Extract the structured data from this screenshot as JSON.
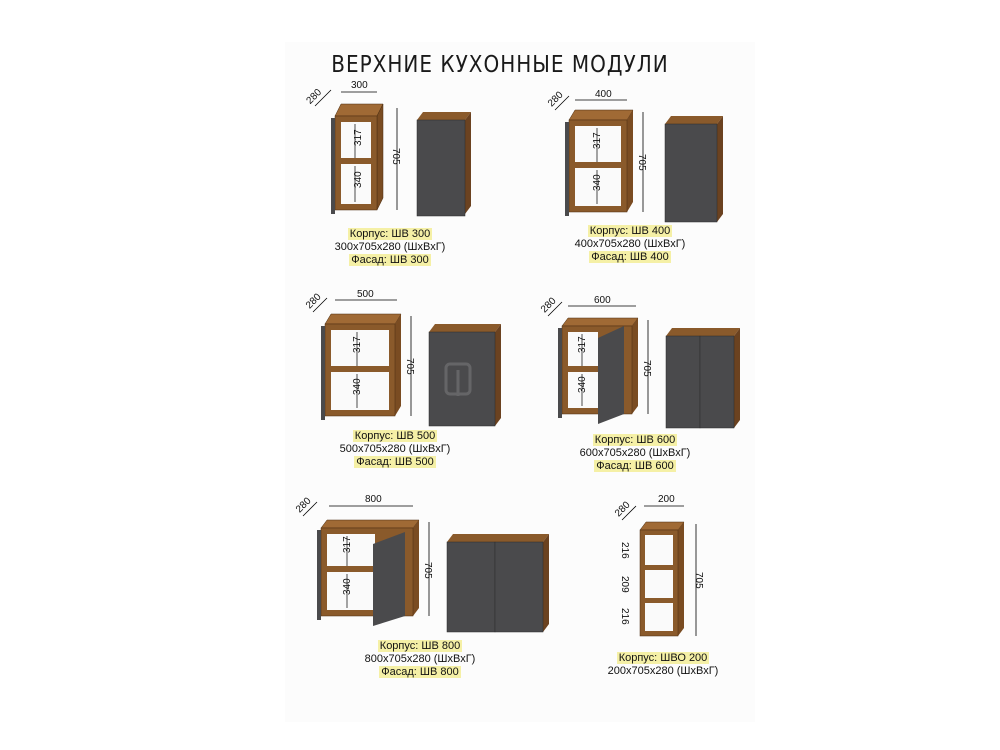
{
  "title": "ВЕРХНИЕ КУХОННЫЕ МОДУЛИ",
  "modules": [
    {
      "dims": {
        "width": "300",
        "depth": "280",
        "height": "705",
        "shelf_top": "317",
        "shelf_bottom": "340"
      },
      "korpus": "Корпус: ШВ 300",
      "size": "300х705х280 (ШхВхГ)",
      "fasad": "Фасад: ШВ 300"
    },
    {
      "dims": {
        "width": "400",
        "depth": "280",
        "height": "705",
        "shelf_top": "317",
        "shelf_bottom": "340"
      },
      "korpus": "Корпус: ШВ 400",
      "size": "400х705х280 (ШхВхГ)",
      "fasad": "Фасад: ШВ 400"
    },
    {
      "dims": {
        "width": "500",
        "depth": "280",
        "height": "705",
        "shelf_top": "317",
        "shelf_bottom": "340"
      },
      "korpus": "Корпус: ШВ 500",
      "size": "500х705х280 (ШхВхГ)",
      "fasad": "Фасад: ШВ 500"
    },
    {
      "dims": {
        "width": "600",
        "depth": "280",
        "height": "705",
        "shelf_top": "317",
        "shelf_bottom": "340"
      },
      "korpus": "Корпус: ШВ 600",
      "size": "600х705х280 (ШхВхГ)",
      "fasad": "Фасад: ШВ 600"
    },
    {
      "dims": {
        "width": "800",
        "depth": "280",
        "height": "705",
        "shelf_top": "317",
        "shelf_bottom": "340"
      },
      "korpus": "Корпус: ШВ 800",
      "size": "800х705х280 (ШхВхГ)",
      "fasad": "Фасад: ШВ 800"
    },
    {
      "dims": {
        "width": "200",
        "depth": "280",
        "height": "705",
        "s1": "216",
        "s2": "209",
        "s3": "216"
      },
      "korpus": "Корпус: ШВО 200",
      "size": "200х705х280 (ШхВхГ)"
    }
  ],
  "colors": {
    "wood": "#8a5a2b",
    "wood_dark": "#6b4220",
    "facade": "#4a4a4c",
    "highlight": "#f5f0a6"
  }
}
